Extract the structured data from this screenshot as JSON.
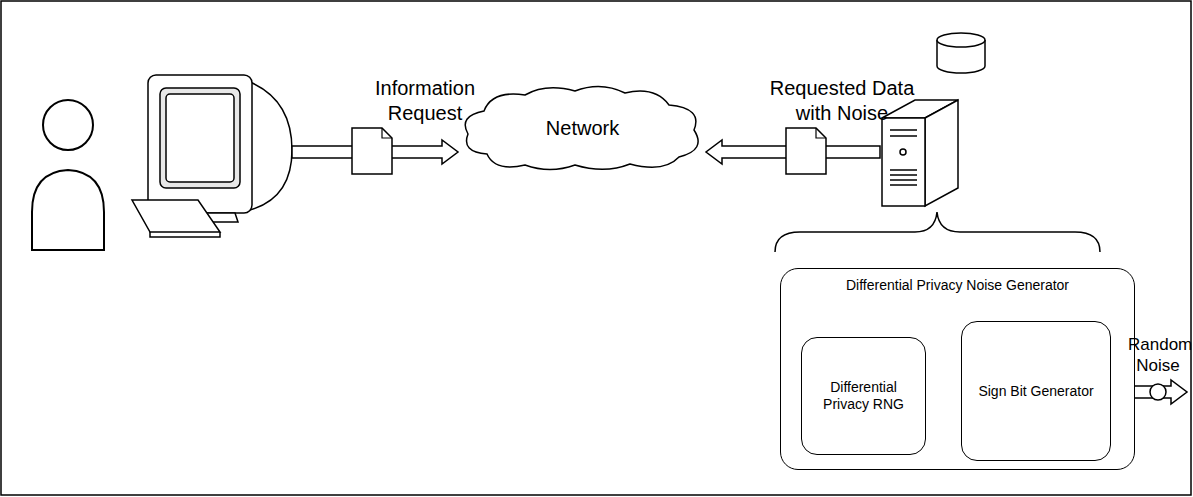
{
  "diagram": {
    "nodes": [
      {
        "text": [
          "Network"
        ]
      },
      {
        "text": [
          "Differential Privacy Noise Generator"
        ]
      },
      {
        "text": [
          "Differential Privacy RNG"
        ],
        "in": 1
      },
      {
        "text": [
          "Sign Bit Generator"
        ],
        "in": 1
      }
    ],
    "edges": [
      {
        "from": 2,
        "to": 3,
        "arrow": "to"
      }
    ],
    "labels": [
      "Information Request",
      "Requested Data with Noise",
      "Random Noise"
    ]
  }
}
